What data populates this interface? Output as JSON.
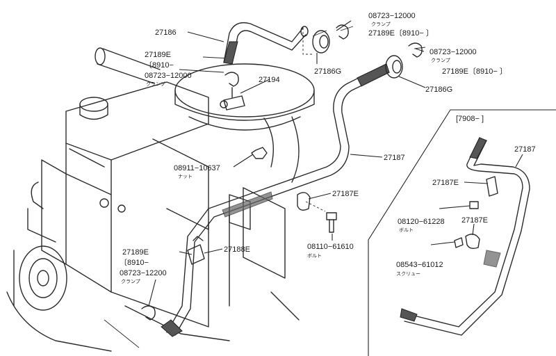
{
  "inset": {
    "date_range": "[7908−     ]"
  },
  "labels": {
    "p27186": "27186",
    "p08723a": "08723−12000",
    "p08723a_sub": "クランプ",
    "p27189Ea": "27189E〔8910−     〕",
    "p27189Eb_num": "27189E",
    "p27189Eb_date": "〔8910−",
    "p08723b": "08723−12000",
    "p08723b_sub": "クランプ",
    "p27194": "27194",
    "p08723c": "08723−12000",
    "p08723c_sub": "クランプ",
    "p27189Ec": "27189E〔8910−     〕",
    "p27186Ga": "27186G",
    "p27186Gb": "27186G",
    "p27187a": "27187",
    "p08911": "08911−10637",
    "p08911_sub": "ナット",
    "p27187E": "27187E",
    "p08110": "08110−61610",
    "p08110_sub": "ボルト",
    "p27189Ed_num": "27189E",
    "p27189Ed_date": "〔8910−",
    "p08723d": "08723−12200",
    "p08723d_sub": "クランプ",
    "p27188E": "27188E",
    "p27187b": "27187",
    "p27187Eb": "27187E",
    "p08120": "08120−61228",
    "p08120_sub": "ボルト",
    "p27187Ec": "27187E",
    "p08543": "08543−61012",
    "p08543_sub": "スクリュー"
  }
}
